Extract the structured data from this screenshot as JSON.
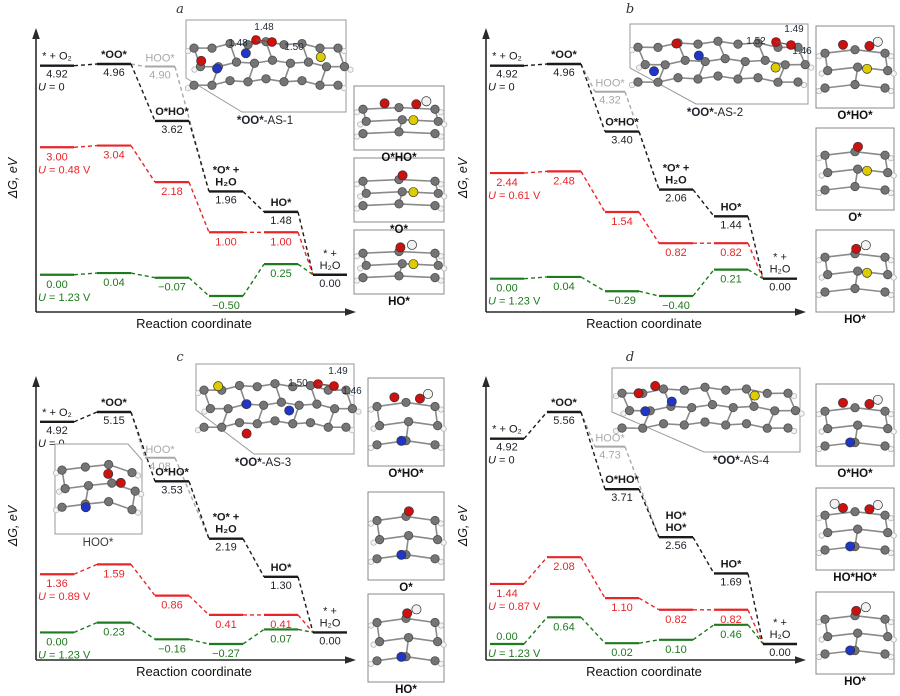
{
  "chart_data": [
    {
      "letter": "a",
      "type": "energy-step-diagram",
      "xlabel": "Reaction coordinate",
      "ylabel": "ΔG, eV",
      "steps": [
        {
          "names": [
            "* + O₂"
          ],
          "bold": false
        },
        {
          "names": [
            "*OO*"
          ],
          "bold": true
        },
        {
          "names": [
            "O*HO*"
          ],
          "bold": true
        },
        {
          "names": [
            "*O* +",
            "H₂O"
          ],
          "bold": true
        },
        {
          "names": [
            "HO*"
          ],
          "bold": true
        },
        {
          "names": [
            "* +",
            "H₂O"
          ],
          "bold": false
        }
      ],
      "series": [
        {
          "name": "U = 0",
          "color": "#1a1a1a",
          "values": [
            4.92,
            4.96,
            3.62,
            1.96,
            1.48,
            0.0
          ]
        },
        {
          "name": "U = 0.48 V",
          "color": "#e8262a",
          "values": [
            3.0,
            3.04,
            2.18,
            1.0,
            1.0,
            0.0
          ]
        },
        {
          "name": "U = 1.23 V",
          "color": "#1e7a1e",
          "values": [
            0.0,
            0.04,
            -0.07,
            -0.5,
            0.25,
            0.0
          ]
        }
      ],
      "hoo_branch": {
        "label": "HOO*",
        "value": 4.9,
        "color": "#a8a8a8"
      },
      "inset": {
        "label_bold": "*OO*",
        "label_rest": "-AS-1",
        "bond_lengths": [
          "1.48",
          "1.48",
          "1.50"
        ]
      },
      "extra_inset": null,
      "side_images": [
        "O*HO*",
        "*O*",
        "HO*"
      ]
    },
    {
      "letter": "b",
      "type": "energy-step-diagram",
      "xlabel": "Reaction coordinate",
      "ylabel": "ΔG, eV",
      "steps": [
        {
          "names": [
            "* + O₂"
          ],
          "bold": false
        },
        {
          "names": [
            "*OO*"
          ],
          "bold": true
        },
        {
          "names": [
            "O*HO*"
          ],
          "bold": true
        },
        {
          "names": [
            "*O* +",
            "H₂O"
          ],
          "bold": true
        },
        {
          "names": [
            "HO*"
          ],
          "bold": true
        },
        {
          "names": [
            "* +",
            "H₂O"
          ],
          "bold": false
        }
      ],
      "series": [
        {
          "name": "U = 0",
          "color": "#1a1a1a",
          "values": [
            4.92,
            4.96,
            3.4,
            2.06,
            1.44,
            0.0
          ]
        },
        {
          "name": "U = 0.61 V",
          "color": "#e8262a",
          "values": [
            2.44,
            2.48,
            1.54,
            0.82,
            0.82,
            0.0
          ]
        },
        {
          "name": "U = 1.23 V",
          "color": "#1e7a1e",
          "values": [
            0.0,
            0.04,
            -0.29,
            -0.4,
            0.21,
            0.0
          ]
        }
      ],
      "hoo_branch": {
        "label": "HOO*",
        "value": 4.32,
        "color": "#a8a8a8"
      },
      "inset": {
        "label_bold": "*OO*",
        "label_rest": "-AS-2",
        "bond_lengths": [
          "1.52",
          "1.49",
          "1.46"
        ]
      },
      "extra_inset": null,
      "side_images": [
        "O*HO*",
        "O*",
        "HO*"
      ]
    },
    {
      "letter": "c",
      "type": "energy-step-diagram",
      "xlabel": "Reaction coordinate",
      "ylabel": "ΔG, eV",
      "steps": [
        {
          "names": [
            "* + O₂"
          ],
          "bold": false
        },
        {
          "names": [
            "*OO*"
          ],
          "bold": true
        },
        {
          "names": [
            "O*HO*"
          ],
          "bold": true
        },
        {
          "names": [
            "*O* +",
            "H₂O"
          ],
          "bold": true
        },
        {
          "names": [
            "HO*"
          ],
          "bold": true
        },
        {
          "names": [
            "* +",
            "H₂O"
          ],
          "bold": false
        }
      ],
      "series": [
        {
          "name": "U = 0",
          "color": "#1a1a1a",
          "values": [
            4.92,
            5.15,
            3.53,
            2.19,
            1.3,
            0.0
          ]
        },
        {
          "name": "U = 0.89 V",
          "color": "#e8262a",
          "values": [
            1.36,
            1.59,
            0.86,
            0.41,
            0.41,
            0.0
          ]
        },
        {
          "name": "U = 1.23 V",
          "color": "#1e7a1e",
          "values": [
            0.0,
            0.23,
            -0.16,
            -0.27,
            0.07,
            0.0
          ]
        }
      ],
      "hoo_branch": {
        "label": "HOO*",
        "value": 4.08,
        "color": "#a8a8a8"
      },
      "inset": {
        "label_bold": "*OO*",
        "label_rest": "-AS-3",
        "bond_lengths": [
          "1.50",
          "1.49",
          "1.46"
        ]
      },
      "extra_inset": {
        "label": "HOO*"
      },
      "side_images": [
        "O*HO*",
        "O*",
        "HO*"
      ]
    },
    {
      "letter": "d",
      "type": "energy-step-diagram",
      "xlabel": "Reaction coordinate",
      "ylabel": "ΔG, eV",
      "steps": [
        {
          "names": [
            "* + O₂"
          ],
          "bold": false
        },
        {
          "names": [
            "*OO*"
          ],
          "bold": true
        },
        {
          "names": [
            "O*HO*"
          ],
          "bold": true
        },
        {
          "names": [
            "HO*",
            "HO*"
          ],
          "bold": true
        },
        {
          "names": [
            "HO*"
          ],
          "bold": true
        },
        {
          "names": [
            "* +",
            "H₂O"
          ],
          "bold": false
        }
      ],
      "series": [
        {
          "name": "U = 0",
          "color": "#1a1a1a",
          "values": [
            4.92,
            5.56,
            3.71,
            2.56,
            1.69,
            0.0
          ]
        },
        {
          "name": "U = 0.87 V",
          "color": "#e8262a",
          "values": [
            1.44,
            2.08,
            1.1,
            0.82,
            0.82,
            0.0
          ]
        },
        {
          "name": "U = 1.23 V",
          "color": "#1e7a1e",
          "values": [
            0.0,
            0.64,
            0.02,
            0.1,
            0.46,
            0.0
          ]
        }
      ],
      "hoo_branch": {
        "label": "HOO*",
        "value": 4.73,
        "color": "#a8a8a8"
      },
      "inset": {
        "label_bold": "*OO*",
        "label_rest": "-AS-4",
        "bond_lengths": []
      },
      "extra_inset": null,
      "side_images": [
        "O*HO*",
        "HO*HO*",
        "HO*"
      ]
    }
  ]
}
